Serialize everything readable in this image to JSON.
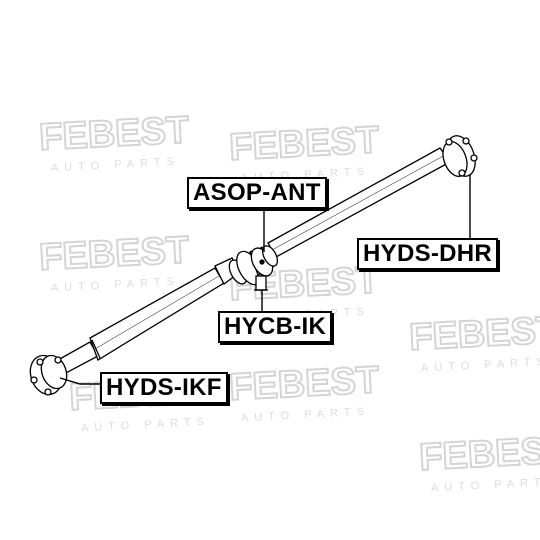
{
  "watermark": {
    "brand": "FEBEST",
    "tagline": "AUTO PARTS",
    "color": "#e2e2e2"
  },
  "parts": {
    "center_bearing": "ASOP-ANT",
    "rear_joint": "HYDS-DHR",
    "center_bushing": "HYCB-IK",
    "front_joint": "HYDS-IKF"
  },
  "colors": {
    "line": "#000000",
    "label_bg": "#ffffff"
  }
}
